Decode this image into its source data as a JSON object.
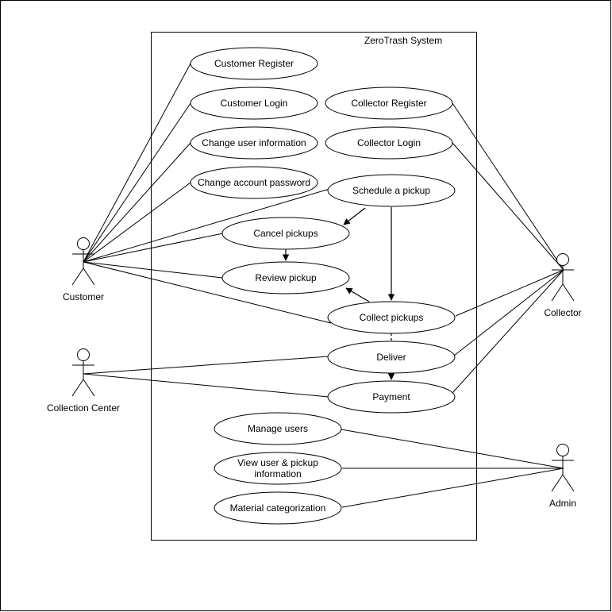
{
  "system": {
    "title": "ZeroTrash System"
  },
  "use_cases": {
    "customer_register": "Customer Register",
    "customer_login": "Customer Login",
    "collector_register": "Collector Register",
    "change_user_info": "Change user information",
    "collector_login": "Collector Login",
    "change_password": "Change account password",
    "schedule_pickup": "Schedule a pickup",
    "cancel_pickups": "Cancel pickups",
    "review_pickup": "Review pickup",
    "collect_pickups": "Collect pickups",
    "deliver": "Deliver",
    "payment": "Payment",
    "manage_users": "Manage users",
    "view_info_line1": "View user & pickup",
    "view_info_line2": "information",
    "material_categorization": "Material categorization"
  },
  "actors": {
    "customer": "Customer",
    "collector": "Collector",
    "collection_center": "Collection Center",
    "admin": "Admin"
  }
}
